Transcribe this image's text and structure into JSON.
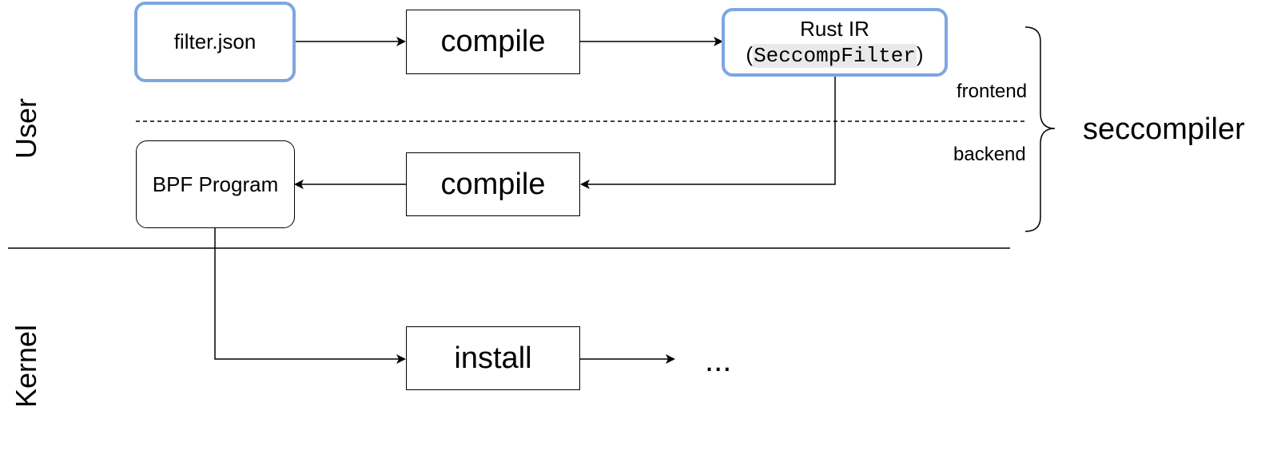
{
  "lanes": {
    "user": "User",
    "kernel": "Kernel"
  },
  "nodes": {
    "filter_json": "filter.json",
    "compile_top": "compile",
    "rust_ir_line1": "Rust IR",
    "rust_ir_open": "(",
    "rust_ir_code": "SeccompFilter",
    "rust_ir_close": ")",
    "compile_bottom": "compile",
    "bpf_program": "BPF Program",
    "install": "install",
    "ellipsis": "..."
  },
  "annotations": {
    "frontend": "frontend",
    "backend": "backend",
    "brace_label": "seccompiler"
  },
  "colors": {
    "highlight_border": "#7ea6e0",
    "code_background": "#e9e9e9",
    "line": "#000000"
  }
}
